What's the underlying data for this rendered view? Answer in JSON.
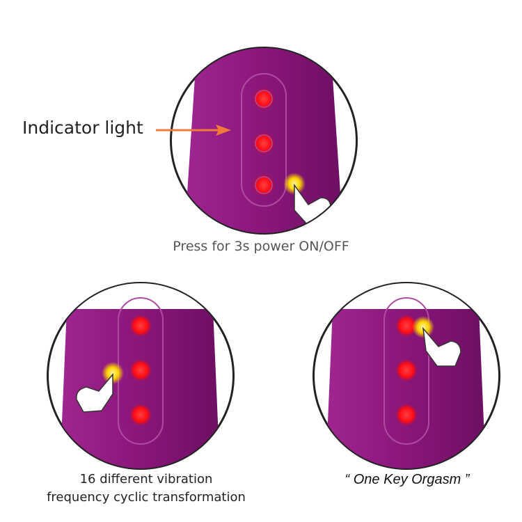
{
  "indicator": {
    "label": "Indicator light"
  },
  "captions": {
    "top": "Press for 3s power ON/OFF",
    "left_line1": "16 different vibration",
    "left_line2": "frequency cyclic transformation",
    "right": "“ One Key Orgasm ”"
  },
  "colors": {
    "body": "#8e1a7e",
    "body_dark": "#6a0f5e",
    "led": "#ff1a1a",
    "arrow": "#f07a3a",
    "glow": "#ffd400"
  },
  "panels": [
    {
      "id": "top",
      "pressed_button": "power"
    },
    {
      "id": "bottom-left",
      "pressed_button": "middle"
    },
    {
      "id": "bottom-right",
      "pressed_button": "top"
    }
  ]
}
